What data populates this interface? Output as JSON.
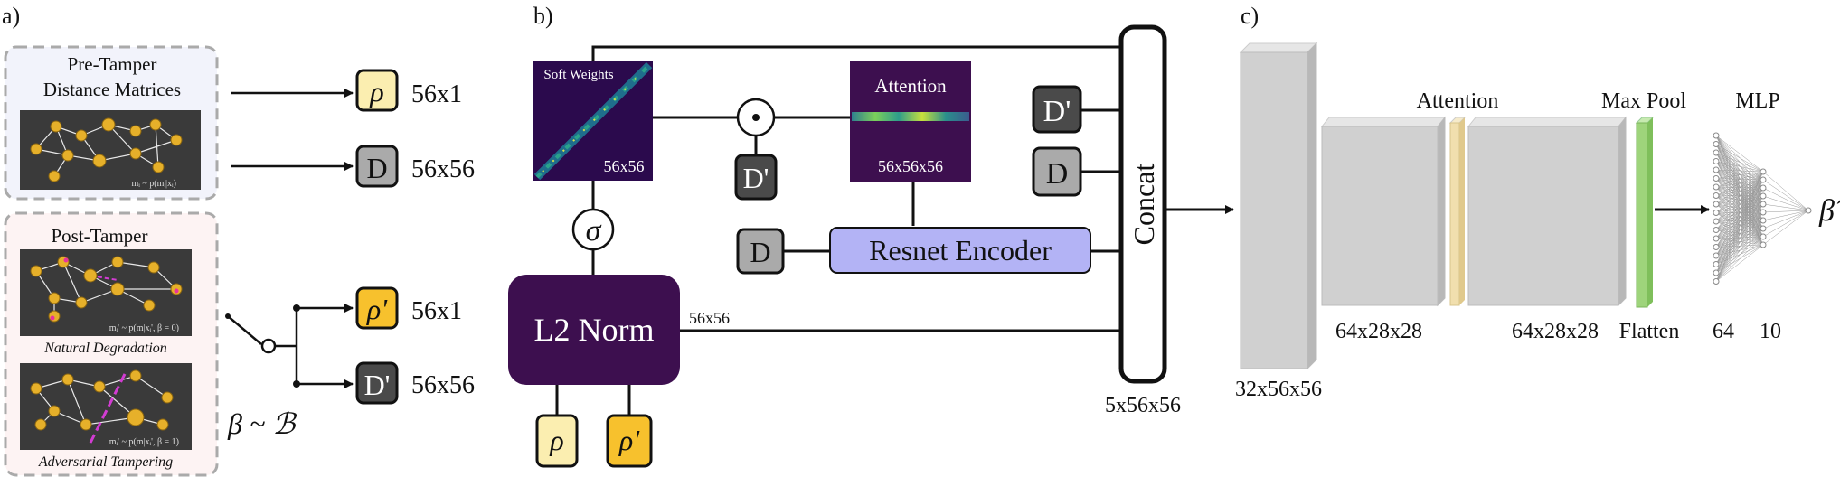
{
  "panels": {
    "a": "a)",
    "b": "b)",
    "c": "c)"
  },
  "panel_a": {
    "pre_title_line1": "Pre-Tamper",
    "pre_title_line2": "Distance Matrices",
    "pre_caption": "mᵢ ~ p(mᵢ|xᵢ)",
    "post_title": "Post-Tamper",
    "natural_caption": "mᵢ' ~ p(m|xᵢ', β = 0)",
    "natural_label": "Natural Degradation",
    "adversarial_caption": "mᵢ' ~ p(m|xᵢ', β = 1)",
    "adversarial_label": "Adversarial Tampering",
    "beta_label": "β ~ ℬ",
    "outputs": [
      {
        "symbol": "ρ",
        "dims": "56x1",
        "color": "#fbeeb0"
      },
      {
        "symbol": "D",
        "dims": "56x56",
        "color": "#aaaaaa"
      },
      {
        "symbol": "ρ'",
        "dims": "56x1",
        "color": "#f7c12d"
      },
      {
        "symbol": "D'",
        "dims": "56x56",
        "color": "#4a4a4a"
      }
    ]
  },
  "panel_b": {
    "soft_weights_title": "Soft Weights",
    "soft_weights_dims": "56x56",
    "attention_title": "Attention",
    "attention_dims": "56x56x56",
    "sigma": "σ",
    "odot": "⊙",
    "l2norm": "L2 Norm",
    "l2norm_dims": "56x56",
    "resnet": "Resnet Encoder",
    "concat": "Concat",
    "concat_dims": "5x56x56",
    "d_prime": "D'",
    "d": "D",
    "rho": "ρ",
    "rho_prime": "ρ'"
  },
  "panel_c": {
    "blocks": [
      {
        "dims": "32x56x56"
      },
      {
        "dims": "64x28x28"
      },
      {
        "dims": "64x28x28"
      }
    ],
    "attention_label": "Attention",
    "maxpool_label": "Max Pool",
    "flatten_label": "Flatten",
    "mlp_label": "MLP",
    "mlp_sizes": [
      "64",
      "10"
    ],
    "output": "β̂"
  },
  "colors": {
    "rho_box": "#fbeeb0",
    "rho_prime_box": "#f7c12d",
    "d_box": "#aaaaaa",
    "d_prime_box": "#4a4a4a",
    "l2norm": "#3d0f4f",
    "resnet": "#b3b3f5",
    "attention_thin": "#f1dfae",
    "maxpool": "#9ed47b",
    "block_gray": "#d0d0d0"
  }
}
